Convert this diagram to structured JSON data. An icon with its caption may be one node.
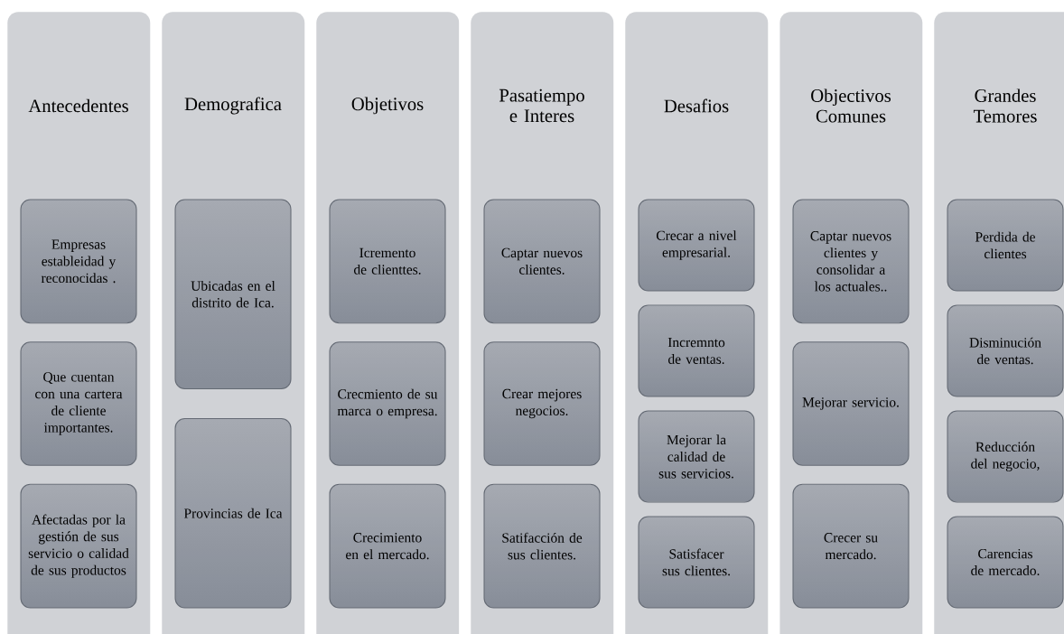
{
  "diagram": {
    "nodes": [
      {
        "text": [
          "Antecedentes"
        ]
      },
      {
        "text": [
          "Empresas estableidad y reconocidas ."
        ],
        "in": 0
      },
      {
        "text": [
          "Que cuentan con una cartera de cliente importantes."
        ],
        "in": 0
      },
      {
        "text": [
          "Afectadas por la gestión de sus servicio o calidad de sus productos"
        ],
        "in": 0
      },
      {
        "text": [
          "Demografica"
        ]
      },
      {
        "text": [
          "Ubicadas en el distrito de Ica."
        ],
        "in": 4
      },
      {
        "text": [
          "Provincias de Ica"
        ],
        "in": 4
      },
      {
        "text": [
          "Objetivos"
        ]
      },
      {
        "text": [
          "Icremento de clienttes."
        ],
        "in": 7
      },
      {
        "text": [
          "Crecmiento de su marca o empresa."
        ],
        "in": 7
      },
      {
        "text": [
          "Crecimiento en el mercado."
        ],
        "in": 7
      },
      {
        "text": [
          "Pasatiempo e Interes"
        ]
      },
      {
        "text": [
          "Captar nuevos clientes."
        ],
        "in": 11
      },
      {
        "text": [
          "Crear mejores negocios."
        ],
        "in": 11
      },
      {
        "text": [
          "Satifacción de sus clientes."
        ],
        "in": 11
      },
      {
        "text": [
          "Desafios"
        ]
      },
      {
        "text": [
          "Crecar a nivel empresarial."
        ],
        "in": 15
      },
      {
        "text": [
          "Incremnto de ventas."
        ],
        "in": 15
      },
      {
        "text": [
          "Mejorar la calidad de sus servicios."
        ],
        "in": 15
      },
      {
        "text": [
          "Satisfacer sus clientes."
        ],
        "in": 15
      },
      {
        "text": [
          "Objectivos Comunes"
        ]
      },
      {
        "text": [
          "Captar nuevos clientes y consolidar a los actuales.."
        ],
        "in": 20
      },
      {
        "text": [
          "Mejorar servicio."
        ],
        "in": 20
      },
      {
        "text": [
          "Crecer su mercado."
        ],
        "in": 20
      },
      {
        "text": [
          "Grandes Temores"
        ]
      },
      {
        "text": [
          "Perdida de clientes"
        ],
        "in": 24
      },
      {
        "text": [
          "Disminución de ventas."
        ],
        "in": 24
      },
      {
        "text": [
          "Reducción del negocio,"
        ],
        "in": 24
      },
      {
        "text": [
          "Carencias de mercado."
        ],
        "in": 24
      }
    ]
  }
}
